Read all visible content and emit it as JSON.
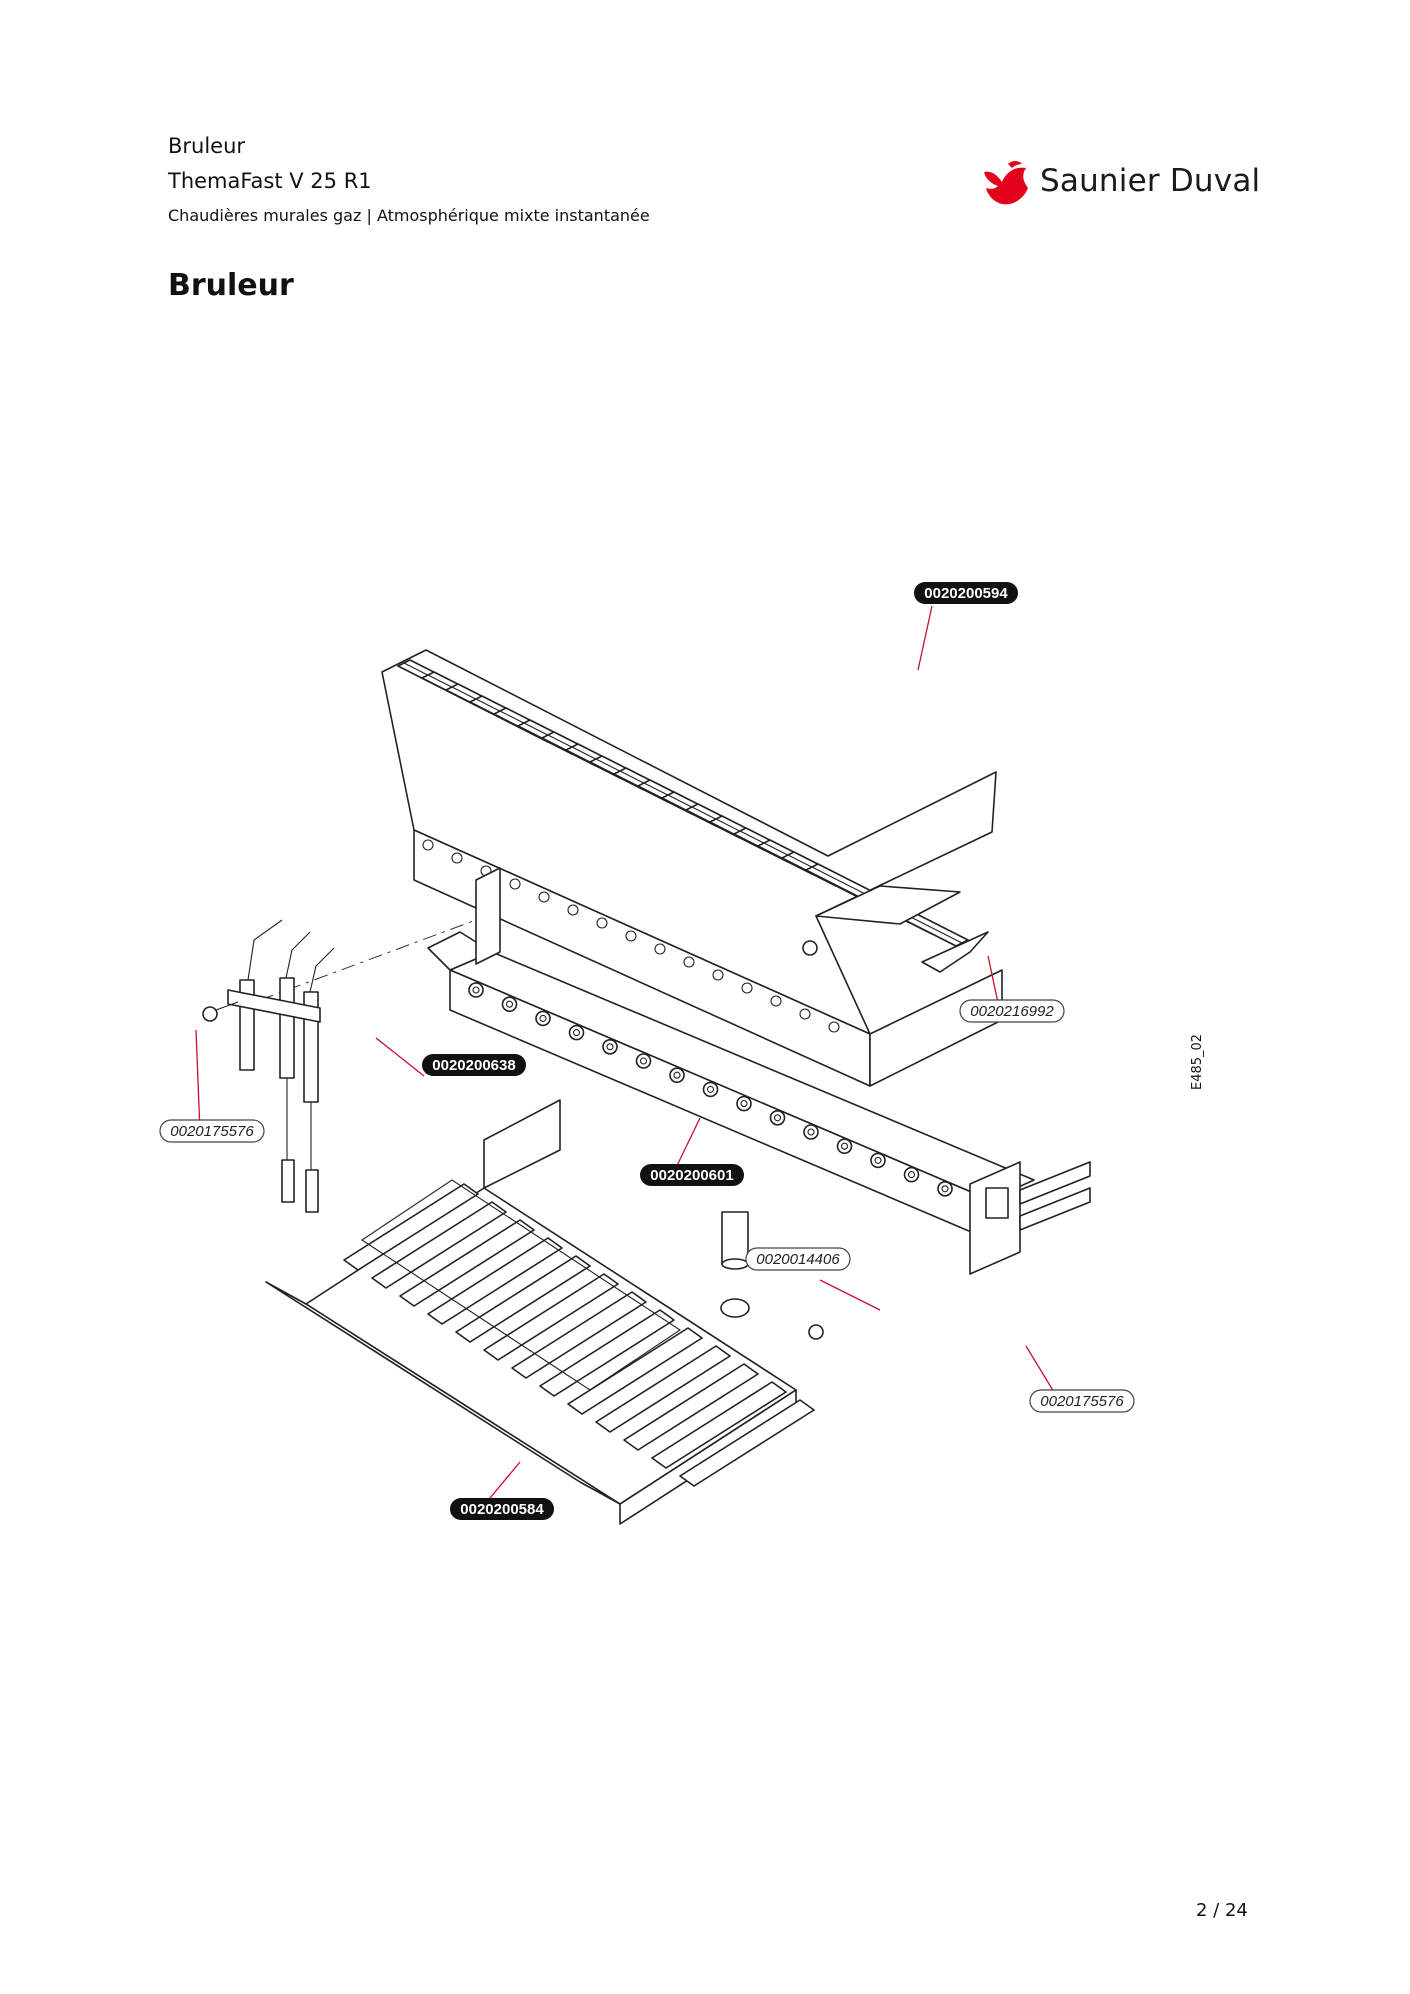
{
  "header": {
    "category": "Bruleur",
    "product": "ThemaFast V 25 R1",
    "subtitle": "Chaudières murales gaz | Atmosphérique mixte instantanée"
  },
  "brand": {
    "name": "Saunier Duval",
    "color": "#e2001a"
  },
  "page_title": "Bruleur",
  "callouts": [
    {
      "ref": "0020200594",
      "style": "dark"
    },
    {
      "ref": "0020216992",
      "style": "light"
    },
    {
      "ref": "0020200638",
      "style": "dark"
    },
    {
      "ref": "0020175576",
      "style": "light"
    },
    {
      "ref": "0020200601",
      "style": "dark"
    },
    {
      "ref": "0020014406",
      "style": "light"
    },
    {
      "ref": "0020175576",
      "style": "light"
    },
    {
      "ref": "0020200584",
      "style": "dark"
    }
  ],
  "drawing_code": "E485_02",
  "page_number": "2 / 24"
}
